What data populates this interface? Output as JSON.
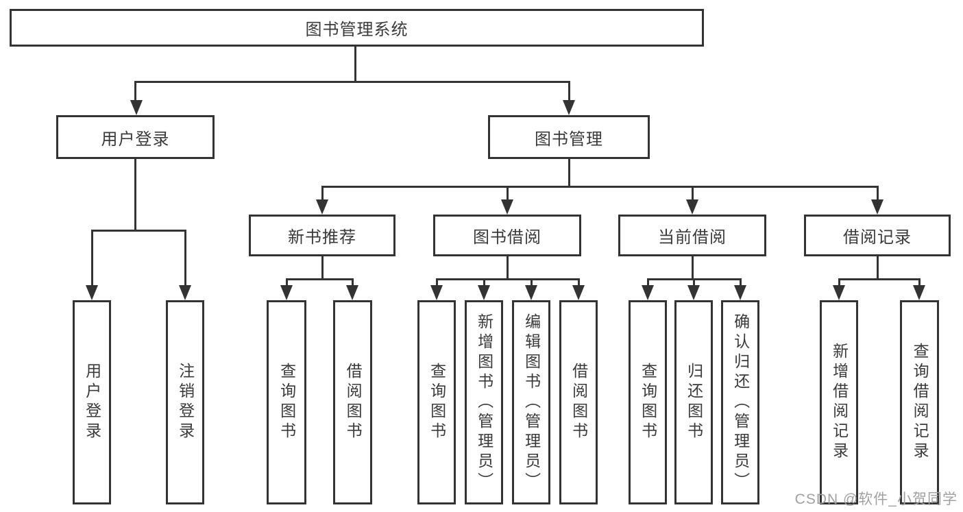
{
  "colors": {
    "line": "#333333",
    "box_border": "#333333",
    "text": "#3a3a3a",
    "watermark": "#a0a0a0",
    "background": "#ffffff"
  },
  "tree": {
    "label": "图书管理系统",
    "children": [
      {
        "label": "用户登录",
        "children": [
          {
            "label": "用户登录"
          },
          {
            "label": "注销登录"
          }
        ]
      },
      {
        "label": "图书管理",
        "children": [
          {
            "label": "新书推荐",
            "children": [
              {
                "label": "查询图书"
              },
              {
                "label": "借阅图书"
              }
            ]
          },
          {
            "label": "图书借阅",
            "children": [
              {
                "label": "查询图书"
              },
              {
                "label": "新增图书（管理员）"
              },
              {
                "label": "编辑图书（管理员）"
              },
              {
                "label": "借阅图书"
              }
            ]
          },
          {
            "label": "当前借阅",
            "children": [
              {
                "label": "查询图书"
              },
              {
                "label": "归还图书"
              },
              {
                "label": "确认归还（管理员）"
              }
            ]
          },
          {
            "label": "借阅记录",
            "children": [
              {
                "label": "新增借阅记录"
              },
              {
                "label": "查询借阅记录"
              }
            ]
          }
        ]
      }
    ]
  },
  "watermark": {
    "text": "CSDN @软件_小贺同学"
  }
}
